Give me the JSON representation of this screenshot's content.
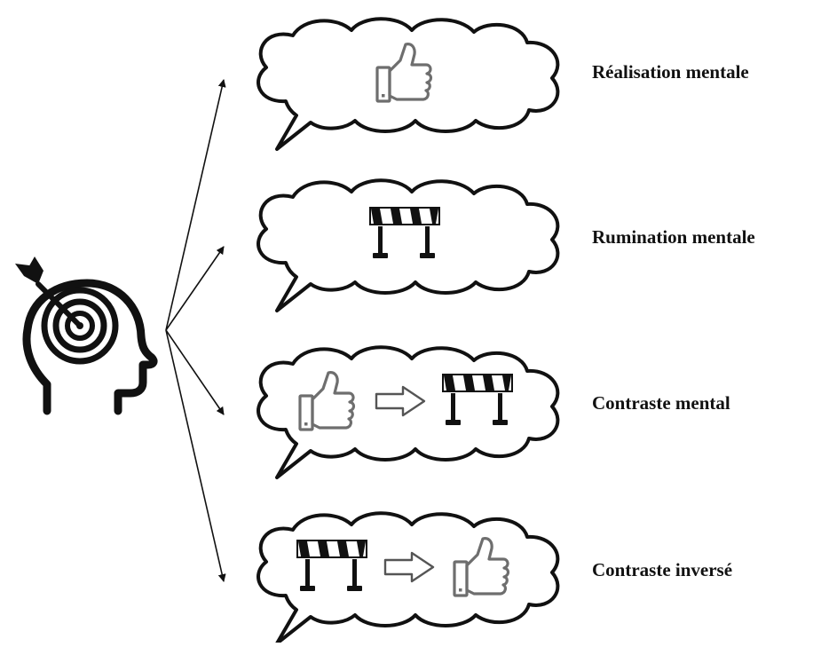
{
  "scenarios": [
    {
      "label": "Réalisation mentale",
      "content": [
        "thumbs-up"
      ]
    },
    {
      "label": "Rumination mentale",
      "content": [
        "barrier"
      ]
    },
    {
      "label": "Contraste mental",
      "content": [
        "thumbs-up",
        "arrow",
        "barrier"
      ]
    },
    {
      "label": "Contraste inversé",
      "content": [
        "barrier",
        "arrow",
        "thumbs-up"
      ]
    }
  ],
  "colors": {
    "outline": "#111111",
    "thumb": "#6e6e6e",
    "arrow_shape": "#555555"
  },
  "icons": {
    "head": "head-with-target-icon",
    "thumb": "thumbs-up-icon",
    "barrier": "road-barrier-icon",
    "arrow": "right-arrow-icon"
  }
}
